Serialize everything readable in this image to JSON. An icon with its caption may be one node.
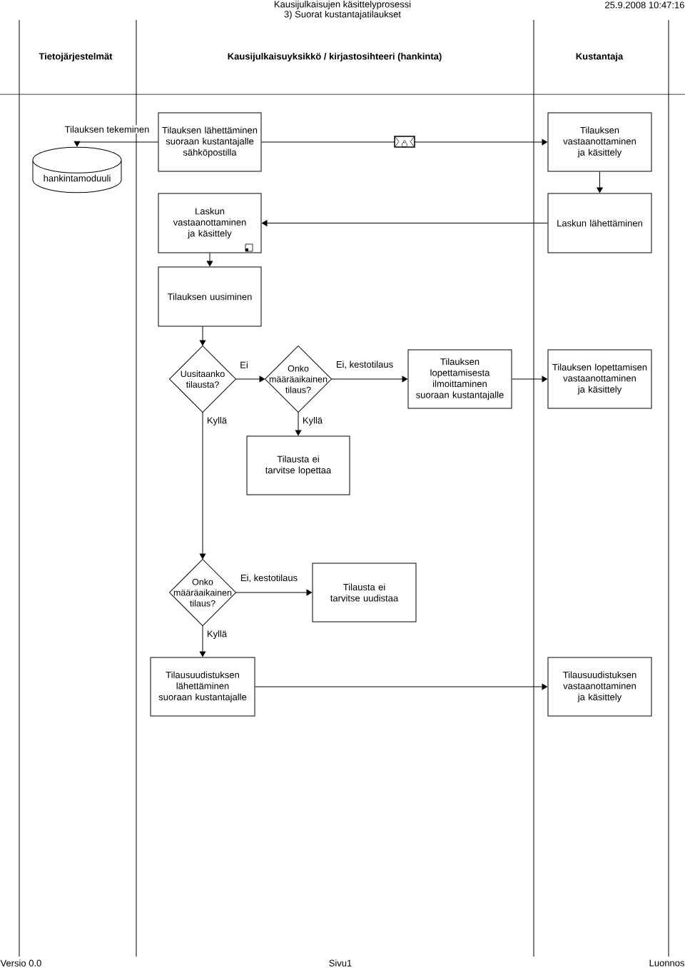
{
  "diagram": {
    "title": "Kausijulkaisujen käsittelyprosessi",
    "nodes": [
      {
        "text": [
          "Tilauksen lähettäminen suoraan kustantajalle sähköpostilla"
        ]
      },
      {
        "text": [
          "hankintamoduuli"
        ]
      },
      {
        "text": [
          "Tilauksen vastaanottaminen ja käsittely"
        ]
      },
      {
        "text": [
          "Laskun vastaanottaminen ja käsittely"
        ]
      },
      {
        "text": [
          "Laskun lähettäminen"
        ]
      },
      {
        "text": [
          "Tilauksen uusiminen"
        ]
      },
      {
        "text": [
          "Uusitaanko tilausta?"
        ]
      },
      {
        "text": [
          "Onko määräaikainen tilaus?"
        ]
      },
      {
        "text": [
          "Tilauksen lopettamisesta ilmoittaminen suoraan kustantajalle"
        ]
      },
      {
        "text": [
          "Tilauksen lopettamisen vastaanottaminen ja käsittely"
        ]
      },
      {
        "text": [
          "Tilausta ei tarvitse lopettaa"
        ]
      },
      {
        "text": [
          "Onko määräaikainen tilaus?"
        ]
      },
      {
        "text": [
          "Tilausta ei tarvitse uudistaa"
        ]
      },
      {
        "text": [
          "Tilausuudistuksen lähettäminen suoraan kustantajalle"
        ]
      },
      {
        "text": [
          "Tilausuudistuksen vastaanottaminen ja käsittely"
        ]
      }
    ],
    "edges": [
      {
        "from": 0,
        "to": 1,
        "arrow": "to",
        "label": "Tilauksen tekeminen"
      },
      {
        "from": 0,
        "to": 2,
        "arrow": "to"
      },
      {
        "from": 2,
        "to": 4,
        "arrow": "to"
      },
      {
        "from": 4,
        "to": 3,
        "arrow": "to"
      },
      {
        "from": 3,
        "to": 5,
        "arrow": "to"
      },
      {
        "from": 5,
        "to": 6,
        "arrow": "to"
      },
      {
        "from": 6,
        "to": 7,
        "arrow": "to",
        "label": "Ei"
      },
      {
        "from": 7,
        "to": 8,
        "arrow": "to",
        "label": "Ei, kestotilaus"
      },
      {
        "from": 8,
        "to": 9,
        "arrow": "to"
      },
      {
        "from": 7,
        "to": 10,
        "arrow": "to",
        "label": "Kyllä"
      },
      {
        "from": 6,
        "to": 11,
        "arrow": "to",
        "label": "Kyllä"
      },
      {
        "from": 11,
        "to": 12,
        "arrow": "to",
        "label": "Ei, kestotilaus"
      },
      {
        "from": 11,
        "to": 13,
        "arrow": "to",
        "label": "Kyllä"
      },
      {
        "from": 13,
        "to": 14,
        "arrow": "to"
      }
    ],
    "labels": [
      "25.9.2008 10:47:16",
      "3) Suorat kustantajatilaukset",
      "Tietojärjestelmät",
      "Kausijulkaisuyksikkö / kirjastosihteeri (hankinta)",
      "Kustantaja",
      "Versio 0.0",
      "Sivu1",
      "Luonnos"
    ]
  }
}
